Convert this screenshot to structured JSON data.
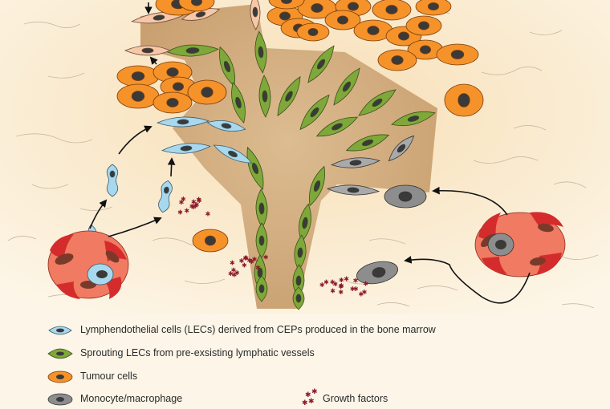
{
  "legend": {
    "lec": "Lymphendothelial cells (LECs) derived from CEPs produced in the bone marrow",
    "sprouting": "Sprouting LECs from pre-exsisting lymphatic vessels",
    "tumour": "Tumour cells",
    "monocyte": "Monocyte/macrophage",
    "growth": "Growth factors"
  },
  "colors": {
    "background": "#fdf6e8",
    "tissue": "#c9a06e",
    "tumour_cell": "#f5932a",
    "sprouting_lec": "#7fa83a",
    "bone_marrow_lec": "#a8d8ee",
    "monocyte": "#8d8d8d",
    "progenitor_cell": "#f07a62",
    "progenitor_rim": "#d42c2c",
    "growth_factor": "#8b1a2a",
    "nucleus": "#3a3a3a"
  }
}
